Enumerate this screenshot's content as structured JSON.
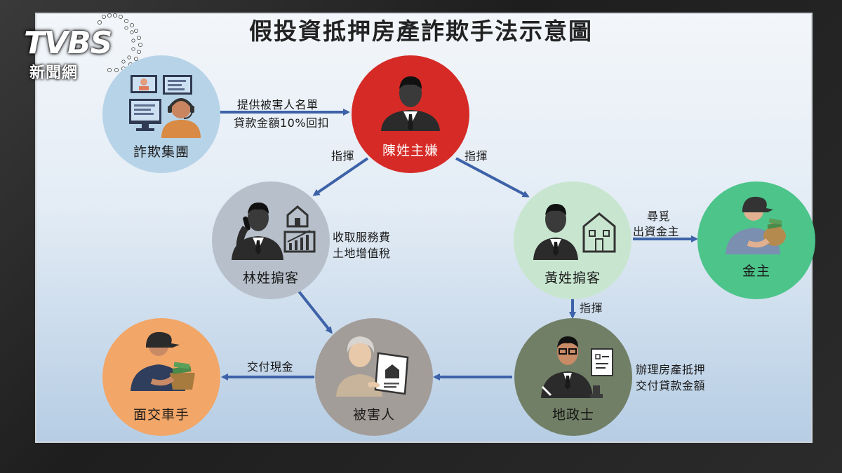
{
  "logo": {
    "brand": "TVBS",
    "sub": "新聞網"
  },
  "title": "假投資抵押房產詐欺手法示意圖",
  "colors": {
    "scam_group": "#b7d3e8",
    "chen": "#d62a26",
    "lin": "#b6bfca",
    "huang": "#c8e6cf",
    "financier": "#4cc48a",
    "victim": "#a39d99",
    "notary": "#717f66",
    "courier": "#f2a667",
    "arrow": "#3d62a8"
  },
  "nodes": {
    "scam_group": {
      "label": "詐欺集團",
      "icon": "call-center-icon"
    },
    "chen": {
      "label": "陳姓主嫌",
      "icon": "businessman-icon"
    },
    "lin": {
      "label": "林姓掮客",
      "icon": "phone-broker-icon"
    },
    "huang": {
      "label": "黃姓掮客",
      "icon": "broker-house-icon"
    },
    "financier": {
      "label": "金主",
      "icon": "money-bag-man-icon"
    },
    "victim": {
      "label": "被害人",
      "icon": "elderly-woman-deed-icon"
    },
    "notary": {
      "label": "地政士",
      "icon": "notary-signing-icon"
    },
    "courier": {
      "label": "面交車手",
      "icon": "cash-courier-icon"
    }
  },
  "edges": {
    "group_to_chen": [
      "提供被害人名單",
      "貸款金額10%回扣"
    ],
    "chen_to_lin": "指揮",
    "chen_to_huang": "指揮",
    "lin_fee": [
      "收取服務費",
      "土地增值稅"
    ],
    "huang_to_financier": [
      "尋覓",
      "出資金主"
    ],
    "huang_to_notary": "指揮",
    "notary_to_victim": [
      "辦理房產抵押",
      "交付貸款金額"
    ],
    "victim_to_courier": "交付現金"
  }
}
